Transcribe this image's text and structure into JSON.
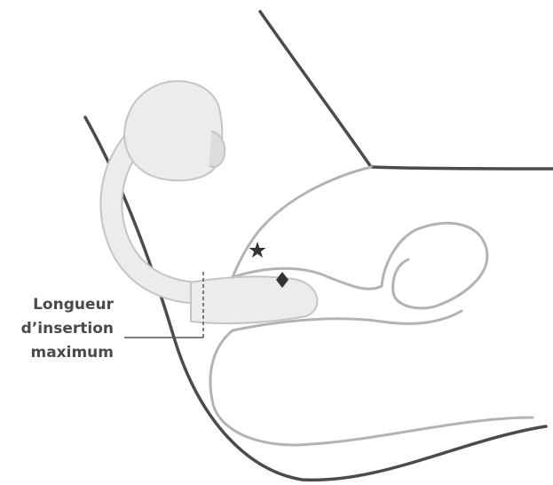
{
  "caption": {
    "lines": [
      "Longueur",
      "d’insertion",
      "maximum"
    ]
  },
  "markers": {
    "star": "star-icon",
    "diamond": "diamond-icon"
  },
  "colors": {
    "outline_dark": "#4b4b4b",
    "outline_light": "#b3b3b3",
    "device_fill": "#ececec",
    "device_stroke": "#c4c4c4",
    "label_text": "#4a4a4a"
  }
}
